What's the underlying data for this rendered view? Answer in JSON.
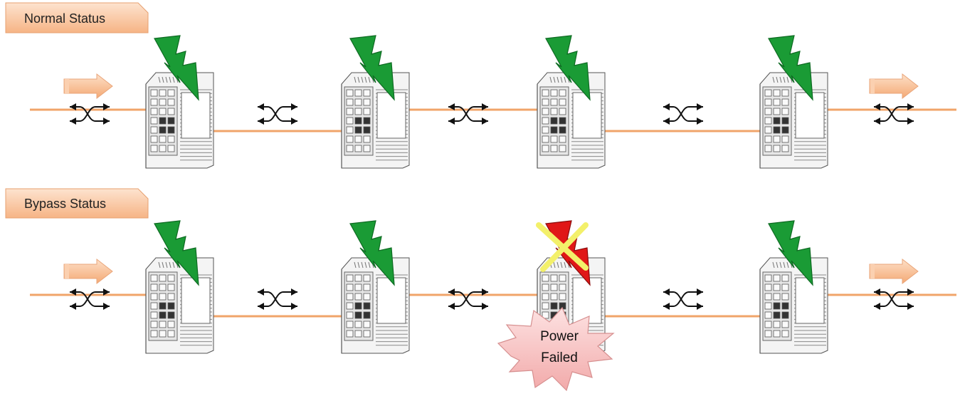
{
  "rows": [
    {
      "label": "Normal Status",
      "failed_switch_index": null
    },
    {
      "label": "Bypass Status",
      "failed_switch_index": 2
    }
  ],
  "switch_count": 4,
  "failure_callout": {
    "line1": "Power",
    "line2": "Failed"
  },
  "icons": {
    "power": "lightning-bolt-icon",
    "failed_power": "crossed-lightning-bolt-icon",
    "traffic": "bidirectional-traffic-icon",
    "direction": "flow-arrow-icon"
  },
  "colors": {
    "label_fill": "#f9c8a2",
    "link_line": "#f0a46a",
    "power_ok": "#1a9b35",
    "power_failed": "#e01717",
    "failed_cross": "#f3f06a",
    "callout_fill": "#f7c4c4",
    "flow_arrow": "#f6b686"
  }
}
